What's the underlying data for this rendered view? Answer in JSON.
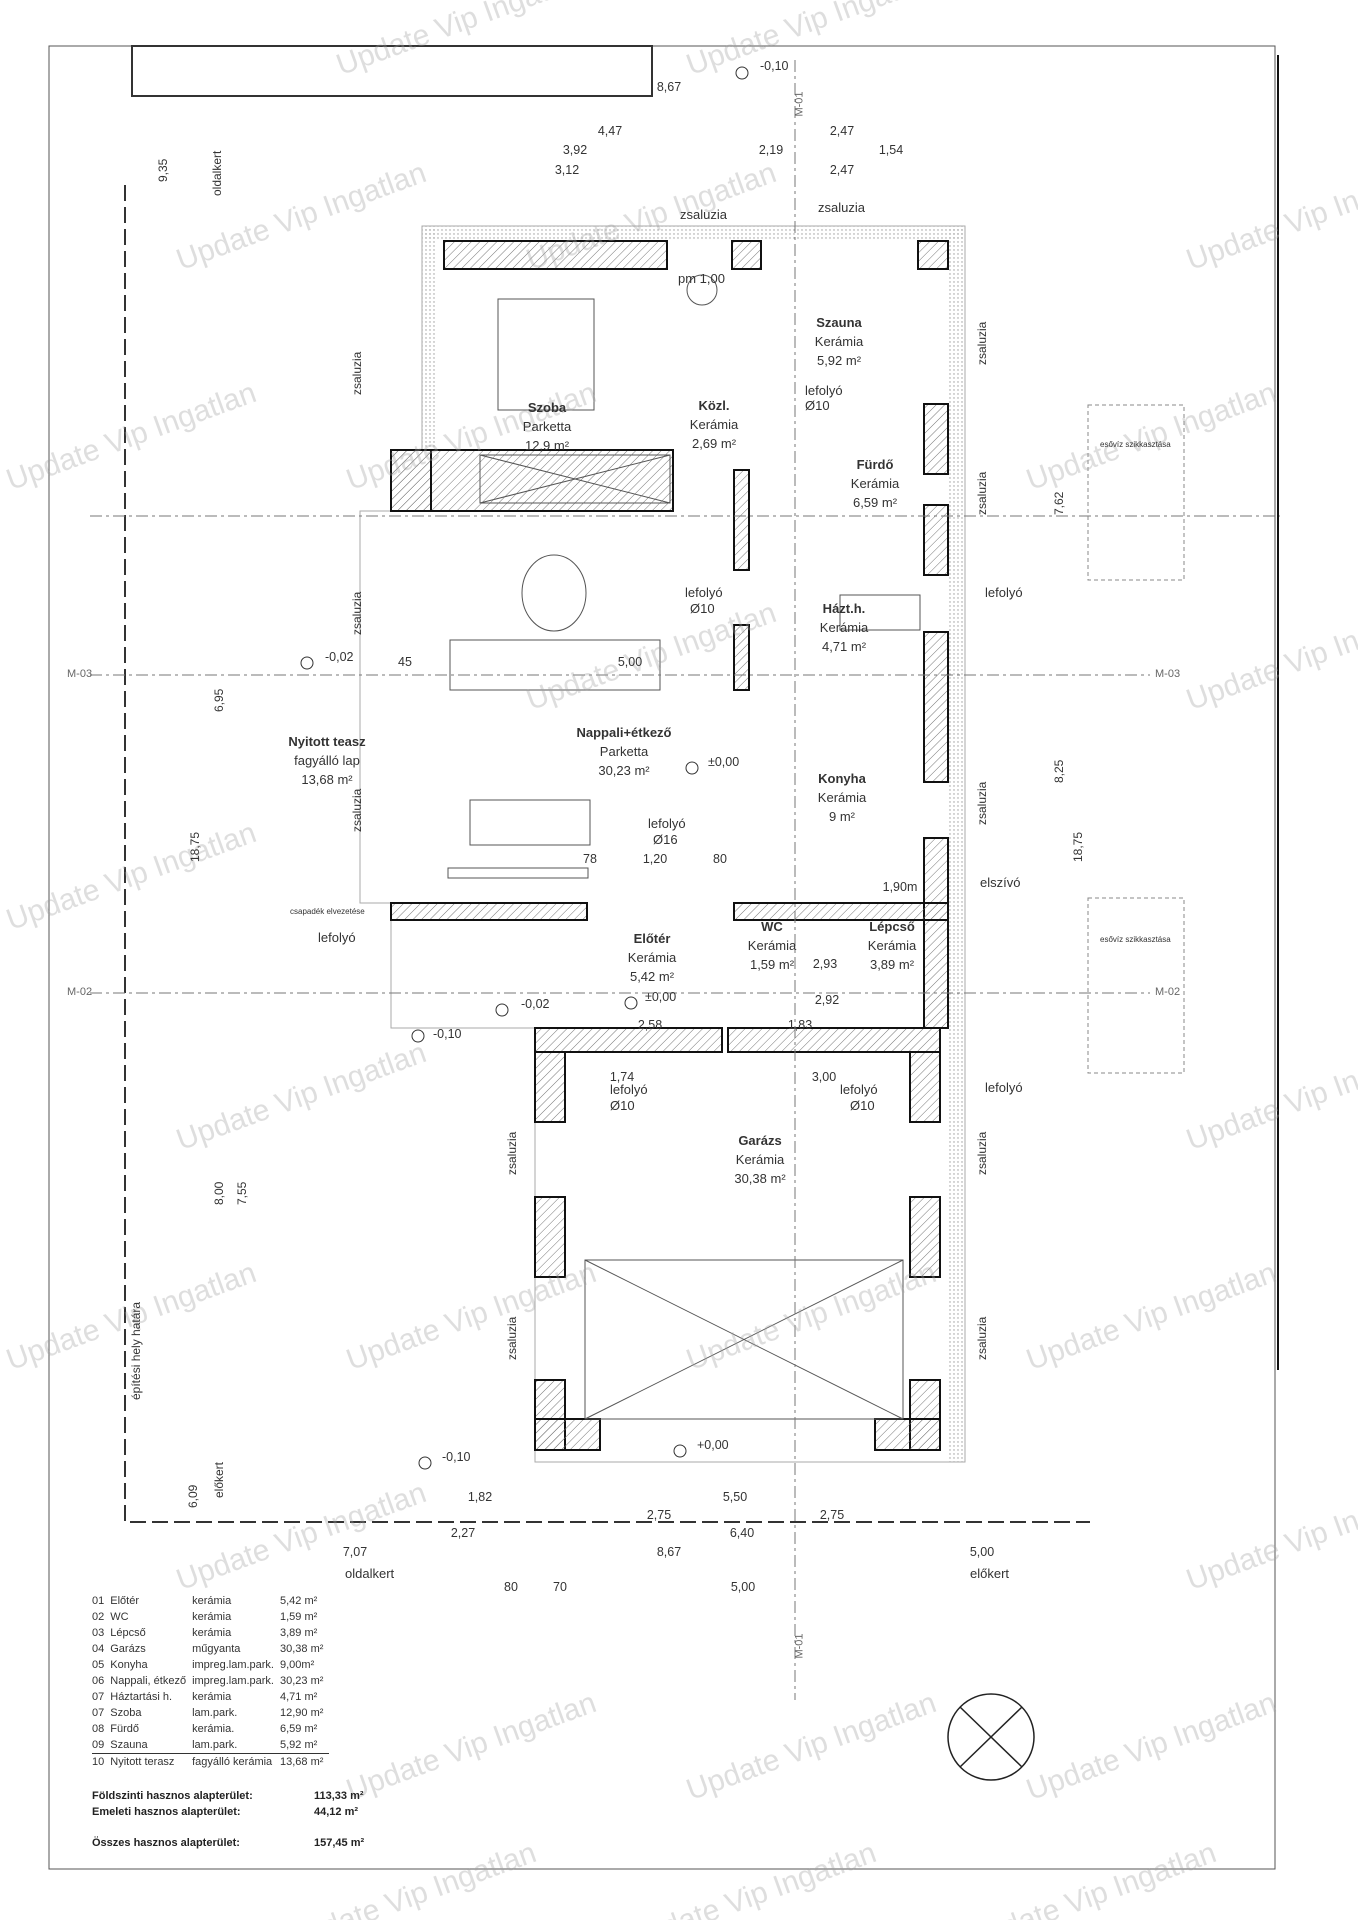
{
  "watermark": "Update Vip Ingatlan",
  "rooms": [
    {
      "name": "Szoba",
      "floor": "Parketta",
      "area": "12,9 m²"
    },
    {
      "name": "Közl.",
      "floor": "Kerámia",
      "area": "2,69 m²"
    },
    {
      "name": "Szauna",
      "floor": "Kerámia",
      "area": "5,92 m²"
    },
    {
      "name": "Fürdő",
      "floor": "Kerámia",
      "area": "6,59 m²"
    },
    {
      "name": "Házt.h.",
      "floor": "Kerámia",
      "area": "4,71 m²"
    },
    {
      "name": "Nappali+étkező",
      "floor": "Parketta",
      "area": "30,23 m²"
    },
    {
      "name": "Konyha",
      "floor": "Kerámia",
      "area": "9 m²"
    },
    {
      "name": "Nyitott teasz",
      "floor": "fagyálló lap",
      "area": "13,68 m²"
    },
    {
      "name": "Előtér",
      "floor": "Kerámia",
      "area": "5,42 m²"
    },
    {
      "name": "WC",
      "floor": "Kerámia",
      "area": "1,59 m²"
    },
    {
      "name": "Lépcső",
      "floor": "Kerámia",
      "area": "3,89 m²"
    },
    {
      "name": "Garázs",
      "floor": "Kerámia",
      "area": "30,38 m²"
    }
  ],
  "sections": {
    "m01": "M-01",
    "m02": "M-02",
    "m03": "M-03"
  },
  "levels": {
    "a": "-0,10",
    "b": "-0,02",
    "c": "±0,00",
    "d": "±0,00",
    "e": "-0,02",
    "f": "-0,10",
    "g": "+0,00",
    "h": "-0,10"
  },
  "labels": {
    "oldalkert": "oldalkert",
    "elokert": "előkert",
    "epitesi": "építési hely határa",
    "zsaluzia": "zsaluzia",
    "lefolyo": "lefolyó",
    "elszivo": "elszívó",
    "esoviz": "esővíz szikkasztása",
    "csapadek": "csapadék elvezetése",
    "d10": "Ø10",
    "d16": "Ø16",
    "pm": "pm 1,00"
  },
  "dims": {
    "d867": "8,67",
    "d707": "7,07",
    "d500": "5,00",
    "d640": "6,40",
    "d227": "2,27",
    "d275a": "2,75",
    "d275b": "2,75",
    "d550": "5,50",
    "d182": "1,82",
    "d447": "4,47",
    "d392": "3,92",
    "d312": "3,12",
    "d247a": "2,47",
    "d247b": "2,47",
    "d219": "2,19",
    "d154": "1,54",
    "d1875a": "18,75",
    "d1875b": "18,75",
    "d935": "9,35",
    "d800": "8,00",
    "d755": "7,55",
    "d695": "6,95",
    "d762": "7,62",
    "d825": "8,25",
    "d500b": "5,00",
    "d120": "1,20",
    "d80": "80",
    "d78": "78",
    "d190": "1,90m",
    "d300": "3,00",
    "d174": "1,74",
    "d258": "2,58",
    "d183": "1,83",
    "d292": "2,92",
    "d293": "2,93",
    "d45": "45",
    "d80b": "80",
    "d70": "70",
    "d500c": "5,00",
    "d609": "6,09"
  },
  "legend": [
    [
      "01",
      "Előtér",
      "kerámia",
      "5,42 m²"
    ],
    [
      "02",
      "WC",
      "kerámia",
      "1,59 m²"
    ],
    [
      "03",
      "Lépcső",
      "kerámia",
      "3,89 m²"
    ],
    [
      "04",
      "Garázs",
      "műgyanta",
      "30,38 m²"
    ],
    [
      "05",
      "Konyha",
      "impreg.lam.park.",
      "9,00m²"
    ],
    [
      "06",
      "Nappali, étkező",
      "impreg.lam.park.",
      "30,23 m²"
    ],
    [
      "07",
      "Háztartási h.",
      "kerámia",
      "4,71 m²"
    ],
    [
      "07",
      "Szoba",
      "lam.park.",
      "12,90 m²"
    ],
    [
      "08",
      "Fürdő",
      "kerámia.",
      "6,59 m²"
    ],
    [
      "09",
      "Szauna",
      "lam.park.",
      "5,92 m²"
    ],
    [
      "10",
      "Nyitott terasz",
      "fagyálló kerámia",
      "13,68 m²"
    ]
  ],
  "totals": [
    {
      "label": "Földszinti hasznos alapterület:",
      "value": "113,33 m²"
    },
    {
      "label": "Emeleti hasznos alapterület:",
      "value": "44,12 m²"
    },
    {
      "label": "Összes hasznos alapterület:",
      "value": "157,45 m²"
    }
  ]
}
